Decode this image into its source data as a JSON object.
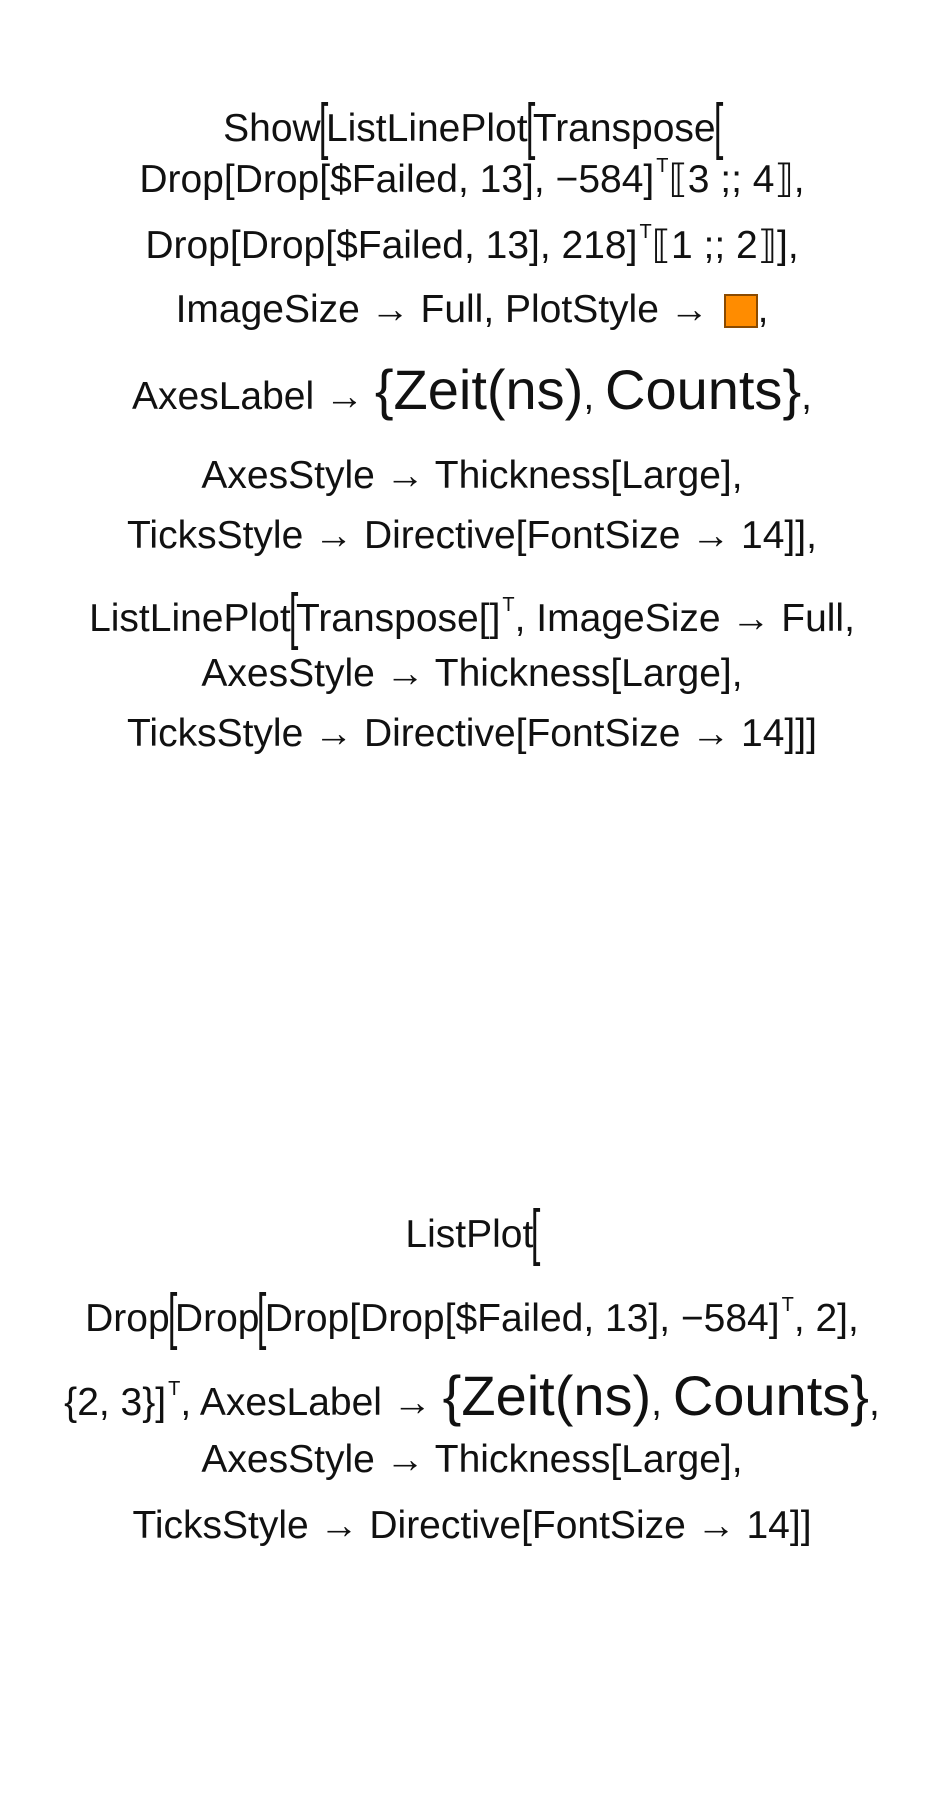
{
  "block1": {
    "l1": {
      "fn": "Show",
      "fn2": "ListLinePlot",
      "fn3": "Transpose"
    },
    "l2": {
      "pre": "Drop[Drop[$Failed, 13], −584]",
      "t": "T",
      "post": "⟦3 ;; 4⟧,"
    },
    "l3": {
      "pre": "Drop[Drop[$Failed, 13], 218]",
      "t": "T",
      "post": "⟦1 ;; 2⟧],"
    },
    "l4": {
      "pre": "ImageSize → Full, PlotStyle → ",
      "post": ",",
      "swatch_color": "#ff8c00"
    },
    "l5": {
      "pre": "AxesLabel → ",
      "x": "Zeit(ns)",
      "sep": ", ",
      "y": "Counts",
      "post": ","
    },
    "l6": "AxesStyle → Thickness[Large],",
    "l7": "TicksStyle → Directive[FontSize → 14]],",
    "l8": {
      "fn": "ListLinePlot",
      "arg": "Transpose[]",
      "t": "T",
      "post": ", ImageSize → Full,"
    },
    "l9": "AxesStyle → Thickness[Large],",
    "l10": "TicksStyle → Directive[FontSize → 14]]]"
  },
  "block2": {
    "l1": "ListPlot",
    "l2": {
      "a": "Drop",
      "b": "Drop",
      "c": "Drop[Drop[$Failed, 13], −584]",
      "t": "T",
      "post": ", 2],"
    },
    "l3": {
      "pre": "{2, 3}]",
      "t": "T",
      "mid": ", AxesLabel → ",
      "x": "Zeit(ns)",
      "sep": ", ",
      "y": "Counts",
      "post": ","
    },
    "l4": "AxesStyle → Thickness[Large],",
    "l5": "TicksStyle → Directive[FontSize → 14]]"
  }
}
